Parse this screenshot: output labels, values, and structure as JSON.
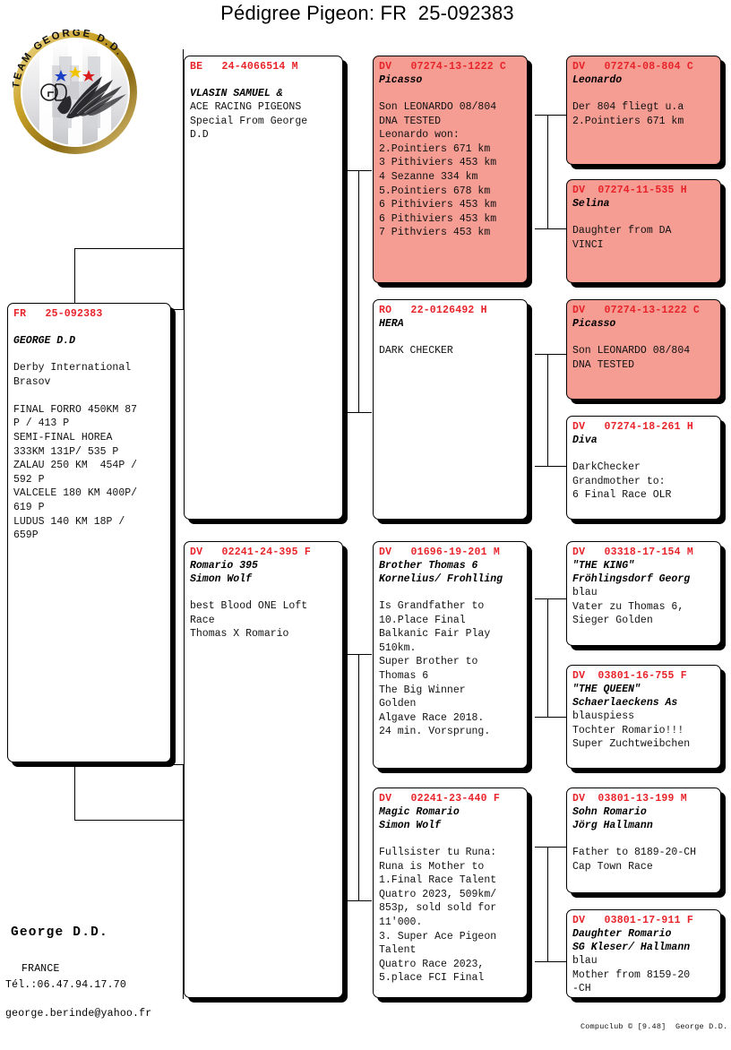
{
  "document": {
    "title": "Pédigree Pigeon: FR  25-092383",
    "credit": "Compuclub © [9.48]  George D.D."
  },
  "logo": {
    "alt": "team-george-dd-emblem",
    "ring_text": "TEAM GEORGE D.D.",
    "monogram": "GD",
    "star_colors": [
      "#1a3fc4",
      "#f2c400",
      "#d91c1c"
    ],
    "ring_color": "#c9a227"
  },
  "owner": {
    "name": "George D.D.",
    "country": "FRANCE",
    "phone": "Tél.:06.47.94.17.70",
    "email": "george.berinde@yahoo.fr"
  },
  "colors": {
    "ring_red": "#e8242a",
    "pink_highlight": "#f59c93",
    "box_border": "#000000",
    "paper": "#ffffff"
  },
  "pedigree": {
    "subject": {
      "id": "subject",
      "ring": "FR   25-092383",
      "name": "GEORGE D.D",
      "notes": "Derby International\nBrasov\n\nFINAL FORRO 450KM 87\nP / 413 P\nSEMI-FINAL HOREA\n333KM 131P/ 535 P\nZALAU 250 KM  454P /\n592 P\nVALCELE 180 KM 400P/\n619 P\nLUDUS 140 KM 18P /\n659P",
      "highlight": false
    },
    "generation1": [
      {
        "id": "sire",
        "ring": "BE   24-4066514 M",
        "name": "VLASIN SAMUEL &",
        "notes": "ACE RACING PIGEONS\nSpecial From George\nD.D",
        "highlight": false
      },
      {
        "id": "dam",
        "ring": "DV   02241-24-395 F",
        "name": "Romario 395\nSimon Wolf",
        "notes": "best Blood ONE Loft\nRace\nThomas X Romario",
        "highlight": false
      }
    ],
    "generation2": [
      {
        "id": "sire-sire",
        "ring": "DV   07274-13-1222 C",
        "name": "Picasso",
        "notes": "Son LEONARDO 08/804\nDNA TESTED\nLeonardo won:\n2.Pointiers 671 km\n3 Pithiviers 453 km\n4 Sezanne 334 km\n5.Pointiers 678 km\n6 Pithiviers 453 km\n6 Pithiviers 453 km\n7 Pithviers 453 km",
        "highlight": true
      },
      {
        "id": "sire-dam",
        "ring": "RO   22-0126492 H",
        "name": "HERA",
        "notes": "DARK CHECKER",
        "highlight": false
      },
      {
        "id": "dam-sire",
        "ring": "DV   01696-19-201 M",
        "name": "Brother Thomas 6\nKornelius/ Frohlling",
        "notes": "Is Grandfather to\n10.Place Final\nBalkanic Fair Play\n510km.\nSuper Brother to\nThomas 6\nThe Big Winner\nGolden\nAlgave Race 2018.\n24 min. Vorsprung.",
        "highlight": false
      },
      {
        "id": "dam-dam",
        "ring": "DV   02241-23-440 F",
        "name": "Magic Romario\nSimon Wolf",
        "notes": "Fullsister tu Runa:\nRuna is Mother to\n1.Final Race Talent\nQuatro 2023, 509km/\n853p, sold sold for\n11'000.\n3. Super Ace Pigeon\nTalent\nQuatro Race 2023,\n5.place FCI Final",
        "highlight": false
      }
    ],
    "generation3": [
      {
        "id": "ss-sire",
        "ring": "DV   07274-08-804 C",
        "name": "Leonardo",
        "notes": "Der 804 fliegt u.a\n2.Pointiers 671 km",
        "highlight": true
      },
      {
        "id": "ss-dam",
        "ring": "DV  07274-11-535 H",
        "name": "Selina",
        "notes": "Daughter from DA\nVINCI",
        "highlight": true
      },
      {
        "id": "sd-sire",
        "ring": "DV   07274-13-1222 C",
        "name": "Picasso",
        "notes": "Son LEONARDO 08/804\nDNA TESTED",
        "highlight": true
      },
      {
        "id": "sd-dam",
        "ring": "DV   07274-18-261 H",
        "name": "Diva",
        "notes": "DarkChecker\nGrandmother to:\n6 Final Race OLR",
        "highlight": false
      },
      {
        "id": "ds-sire",
        "ring": "DV   03318-17-154 M",
        "name": "\"THE KING\"\nFröhlingsdorf Georg",
        "notes": "blau\nVater zu Thomas 6,\nSieger Golden",
        "highlight": false
      },
      {
        "id": "ds-dam",
        "ring": "DV  03801-16-755 F",
        "name": "\"THE QUEEN\"\nSchaerlaeckens As",
        "notes": "blauspiess\nTochter Romario!!!\nSuper Zuchtweibchen",
        "highlight": false
      },
      {
        "id": "dd-sire",
        "ring": "DV  03801-13-199 M",
        "name": "Sohn Romario\nJörg Hallmann",
        "notes": "Father to 8189-20-CH\nCap Town Race",
        "highlight": false
      },
      {
        "id": "dd-dam",
        "ring": "DV   03801-17-911 F",
        "name": "Daughter Romario\nSG Kleser/ Hallmann",
        "notes": "blau\nMother from 8159-20\n-CH",
        "highlight": false
      }
    ]
  }
}
